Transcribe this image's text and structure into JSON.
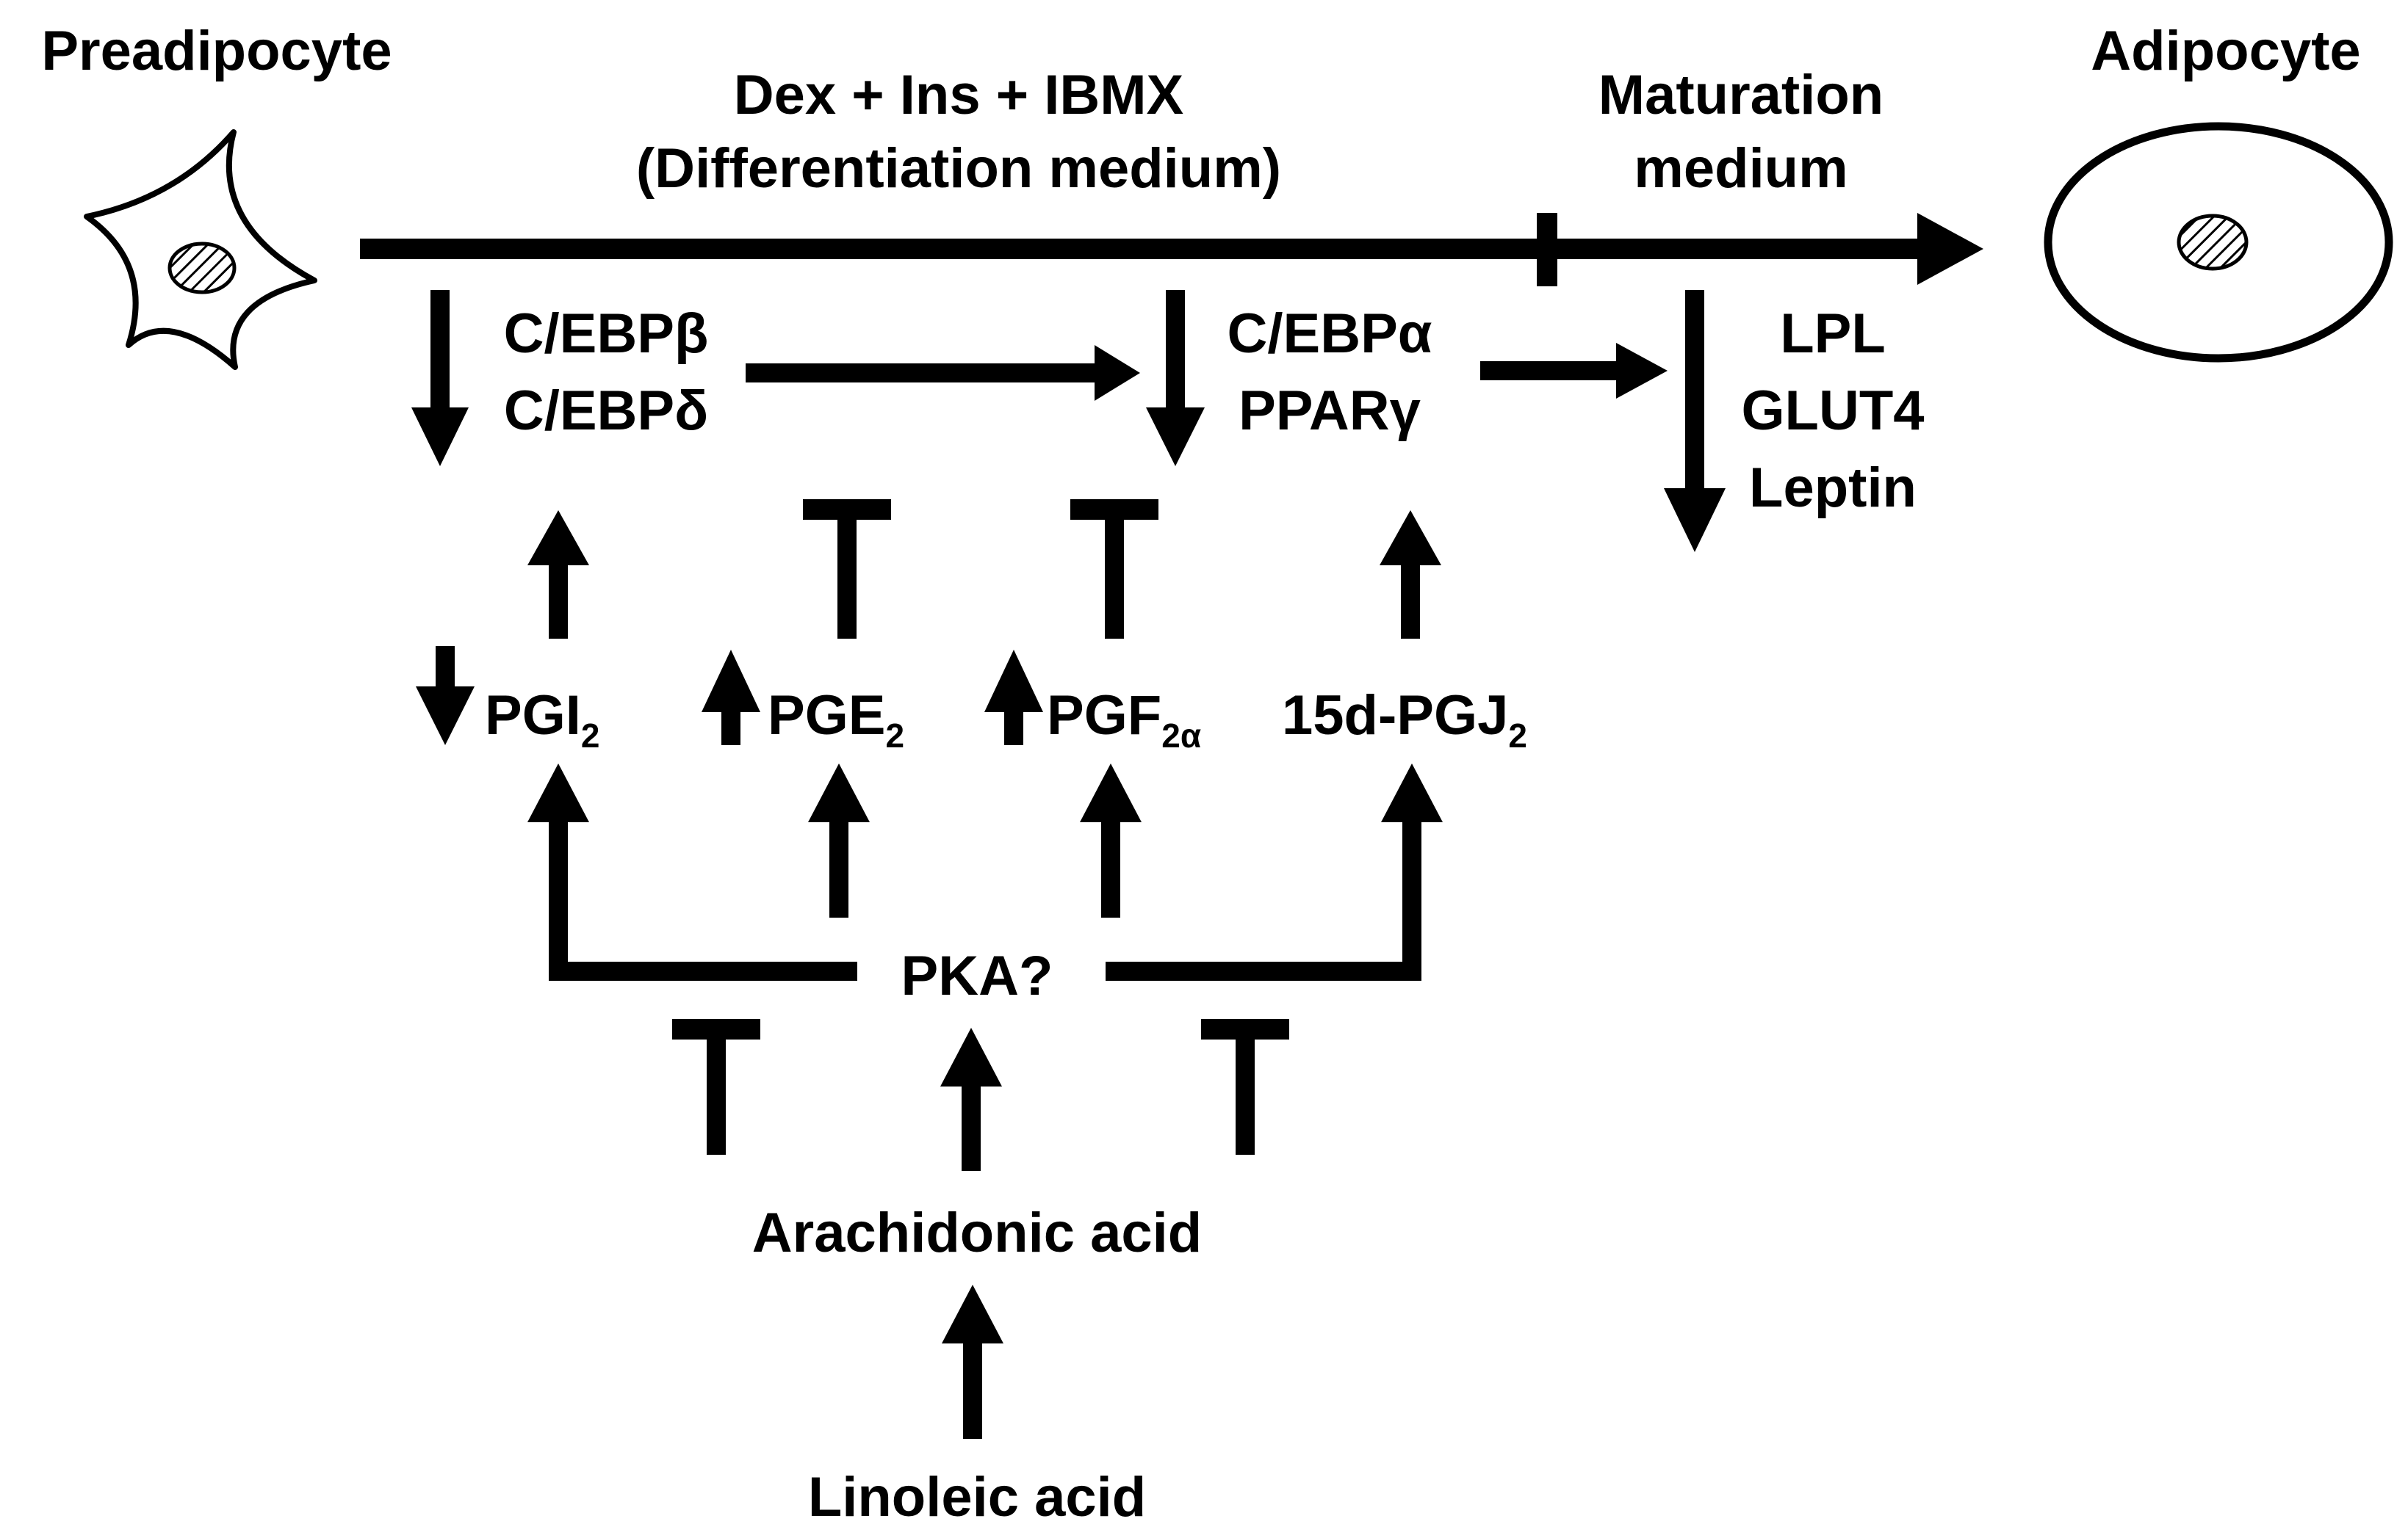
{
  "title_left": "Preadipocyte",
  "title_right": "Adipocyte",
  "timeline": {
    "phase1_line1": "Dex + Ins + IBMX",
    "phase1_line2": "(Differentiation medium)",
    "phase2_line1": "Maturation",
    "phase2_line2": "medium"
  },
  "factors": {
    "early_1": "C/EBPβ",
    "early_2": "C/EBPδ",
    "late_1": "C/EBPα",
    "late_2": "PPARγ",
    "marker_1": "LPL",
    "marker_2": "GLUT4",
    "marker_3": "Leptin"
  },
  "prostaglandins": {
    "pgi_base": "PGI",
    "pgi_sub": "2",
    "pge_base": "PGE",
    "pge_sub": "2",
    "pgf_base": "PGF",
    "pgf_sub": "2α",
    "pgj_base": "15d-PGJ",
    "pgj_sub": "2"
  },
  "pka": "PKA?",
  "arachidonic": "Arachidonic acid",
  "linoleic": "Linoleic acid"
}
